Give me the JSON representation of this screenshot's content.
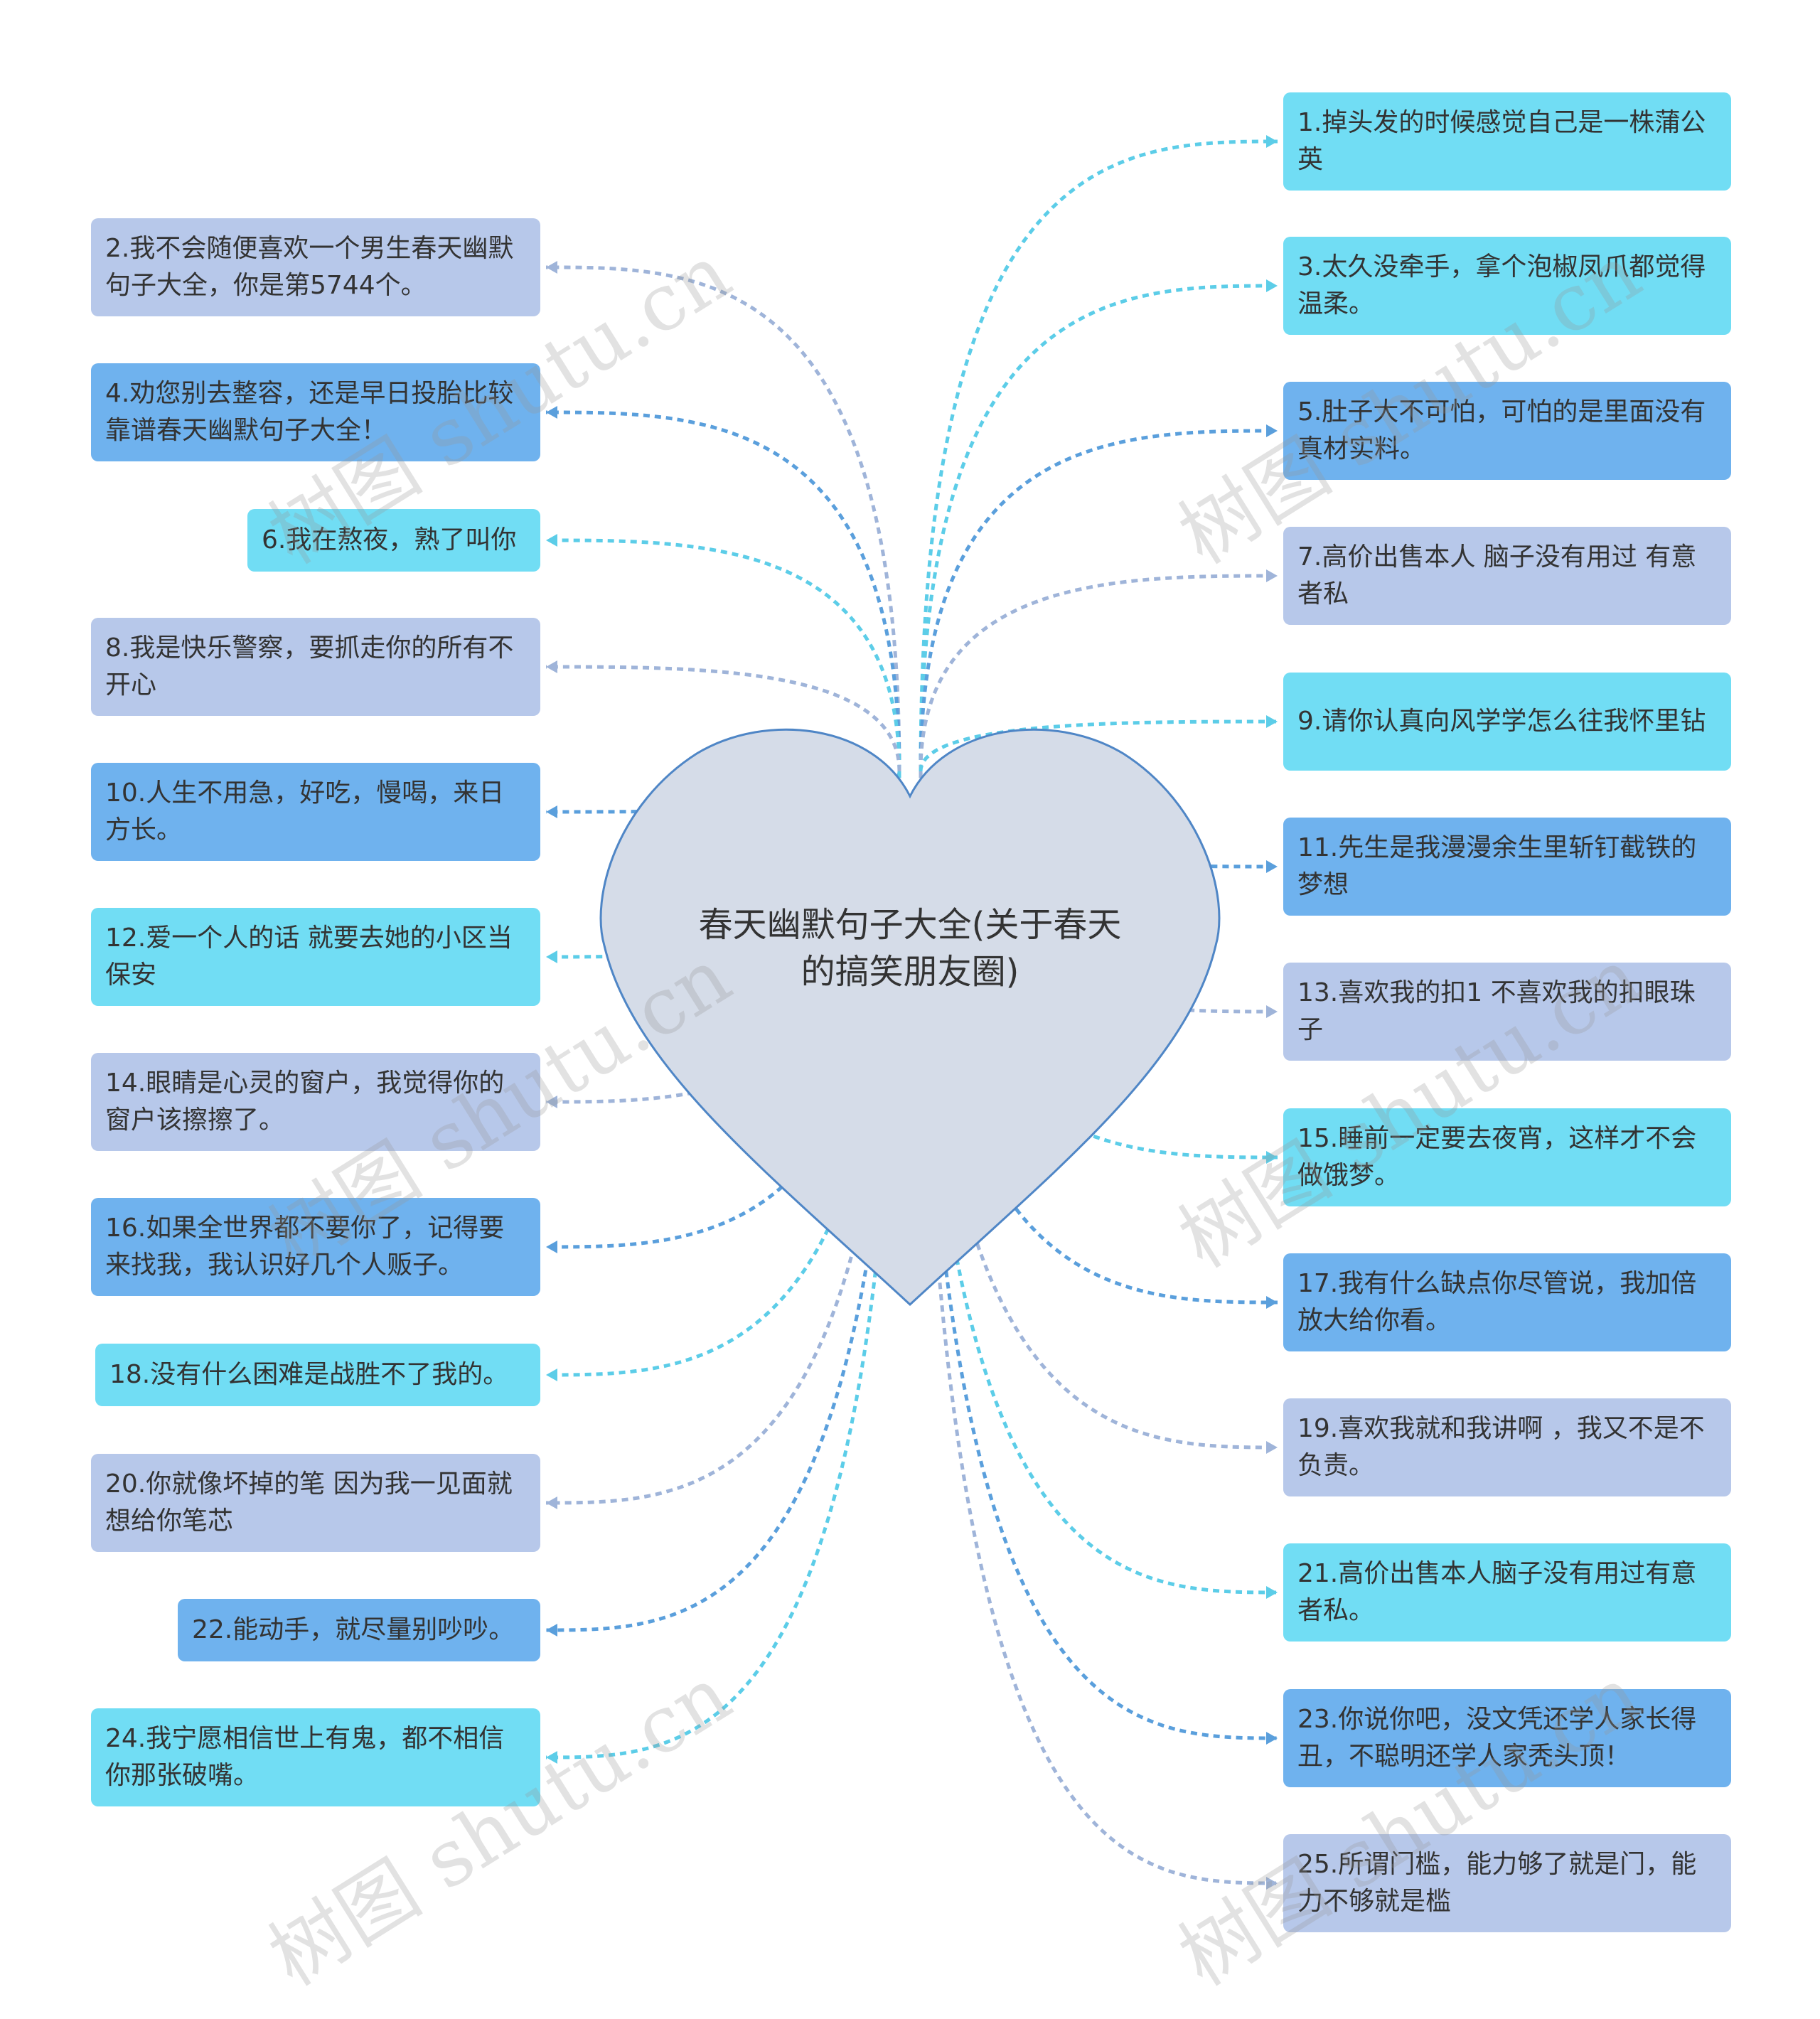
{
  "center": {
    "title": "春天幽默句子大全(关于春天的搞笑朋友圈)"
  },
  "nodes": [
    {
      "id": "1",
      "text": "1.掉头发的时候感觉自己是一株蒲公英"
    },
    {
      "id": "2",
      "text": "2.我不会随便喜欢一个男生春天幽默句子大全，你是第5744个。"
    },
    {
      "id": "3",
      "text": "3.太久没牵手，拿个泡椒凤爪都觉得温柔。"
    },
    {
      "id": "4",
      "text": "4.劝您别去整容，还是早日投胎比较靠谱春天幽默句子大全！"
    },
    {
      "id": "5",
      "text": "5.肚子大不可怕，可怕的是里面没有真材实料。"
    },
    {
      "id": "6",
      "text": "6.我在熬夜，熟了叫你"
    },
    {
      "id": "7",
      "text": "7.高价出售本人 脑子没有用过 有意者私"
    },
    {
      "id": "8",
      "text": "8.我是快乐警察，要抓走你的所有不开心"
    },
    {
      "id": "9",
      "text": "9.请你认真向风学学怎么往我怀里钻"
    },
    {
      "id": "10",
      "text": "10.人生不用急，好吃，慢喝，来日方长。"
    },
    {
      "id": "11",
      "text": "11.先生是我漫漫余生里斩钉截铁的梦想"
    },
    {
      "id": "12",
      "text": "12.爱一个人的话 就要去她的小区当保安"
    },
    {
      "id": "13",
      "text": "13.喜欢我的扣1 不喜欢我的扣眼珠子"
    },
    {
      "id": "14",
      "text": "14.眼睛是心灵的窗户，我觉得你的窗户该擦擦了。"
    },
    {
      "id": "15",
      "text": "15.睡前一定要去夜宵，这样才不会做饿梦。"
    },
    {
      "id": "16",
      "text": "16.如果全世界都不要你了，记得要来找我，我认识好几个人贩子。"
    },
    {
      "id": "17",
      "text": "17.我有什么缺点你尽管说，我加倍放大给你看。"
    },
    {
      "id": "18",
      "text": "18.没有什么困难是战胜不了我的。"
    },
    {
      "id": "19",
      "text": "19.喜欢我就和我讲啊 ，我又不是不负责。"
    },
    {
      "id": "20",
      "text": "20.你就像坏掉的笔 因为我一见面就想给你笔芯"
    },
    {
      "id": "21",
      "text": "21.高价出售本人脑子没有用过有意者私。"
    },
    {
      "id": "22",
      "text": "22.能动手，就尽量别吵吵。"
    },
    {
      "id": "23",
      "text": "23.你说你吧，没文凭还学人家长得丑，不聪明还学人家秃头顶！"
    },
    {
      "id": "24",
      "text": "24.我宁愿相信世上有鬼，都不相信你那张破嘴。"
    },
    {
      "id": "25",
      "text": "25.所谓门槛，能力够了就是门，能力不够就是槛"
    }
  ],
  "watermark": "树图 shutu.cn",
  "colors": {
    "heart_fill": "#d5dce8",
    "heart_stroke": "#4f86c6",
    "node_light": "#b7c8ea",
    "node_cyan": "#71ddf4",
    "node_blue": "#6fb2ee"
  }
}
